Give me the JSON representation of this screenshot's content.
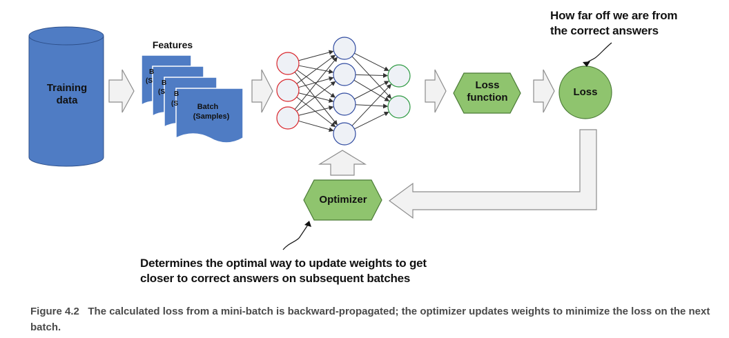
{
  "diagram": {
    "training_data_label": "Training data",
    "features_label": "Features",
    "batch_label_line1": "Batch",
    "batch_label_line2": "(Samples)",
    "stack_fragment_1": "B",
    "stack_fragment_2": "(S",
    "loss_function_label": "Loss function",
    "loss_label": "Loss",
    "optimizer_label": "Optimizer",
    "loss_annotation": "How far off we are from the correct answers",
    "optimizer_annotation": "Determines the optimal way to update weights to get closer to correct answers on subsequent batches",
    "colors": {
      "cylinder": "#4f7cc4",
      "document": "#4f7cc4",
      "green_shape": "#8fc46e",
      "input_neuron": "#d9252b",
      "hidden_neuron": "#2f4aa0",
      "output_neuron": "#2e9a42",
      "arrow_fill": "#f2f2f2",
      "arrow_stroke": "#8c8c8c"
    }
  },
  "caption": {
    "figure_number": "Figure 4.2",
    "text": "The calculated loss from a mini-batch is backward-propagated; the optimizer updates weights to minimize the loss on the next batch."
  }
}
